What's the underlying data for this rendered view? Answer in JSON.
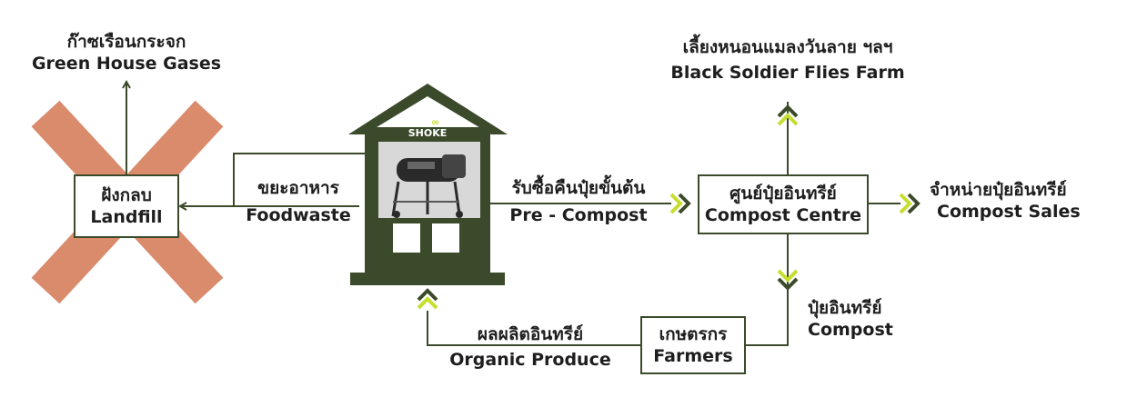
{
  "colors": {
    "dark_green": "#3b4a2a",
    "lime": "#c6de2e",
    "cross": "#d98b6c",
    "text": "#1e1e1e"
  },
  "greenhouse": {
    "th": "ก๊าซเรือนกระจก",
    "en": "Green House Gases"
  },
  "landfill": {
    "th": "ฝังกลบ",
    "en": "Landfill"
  },
  "foodwaste": {
    "th": "ขยะอาหาร",
    "en": "Foodwaste"
  },
  "machine": {
    "logo_top": "SH",
    "logo_mid": "SHOKE"
  },
  "precompost": {
    "th": "รับซื้อคืนปุ๋ยขั้นต้น",
    "en": "Pre - Compost"
  },
  "compost_centre": {
    "th": "ศูนย์ปุ๋ยอินทรีย์",
    "en": "Compost Centre"
  },
  "bsf_farm": {
    "th": "เลี้ยงหนอนแมลงวันลาย ฯลฯ",
    "en": "Black Soldier Flies Farm"
  },
  "compost_sales": {
    "th": "จำหน่ายปุ๋ยอินทรีย์",
    "en": "Compost Sales"
  },
  "compost": {
    "th": "ปุ๋ยอินทรีย์",
    "en": "Compost"
  },
  "farmers": {
    "th": "เกษตรกร",
    "en": "Farmers"
  },
  "organic_produce": {
    "th": "ผลผลิตอินทรีย์",
    "en": "Organic Produce"
  }
}
